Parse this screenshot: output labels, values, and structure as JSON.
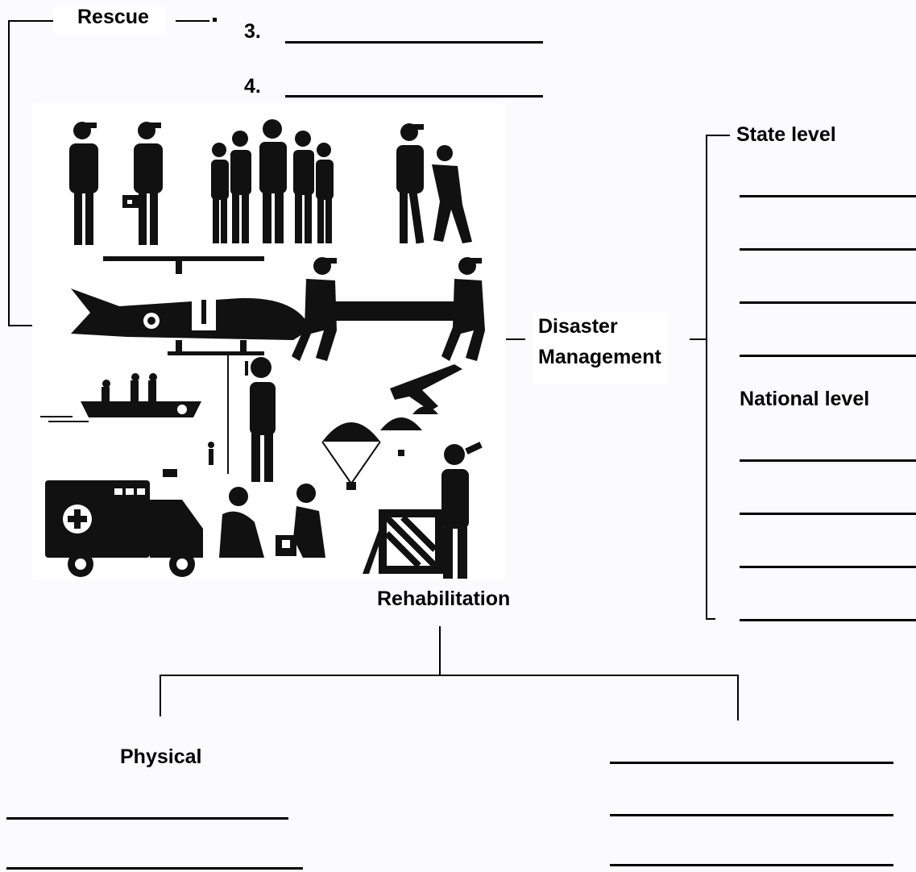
{
  "labels": {
    "rescue": "Rescue",
    "num3": "3.",
    "num4": "4.",
    "state_level": "State level",
    "national_level": "National level",
    "disaster": "Disaster",
    "management": "Management",
    "rehabilitation": "Rehabilitation",
    "physical": "Physical"
  },
  "illustration": {
    "icons": [
      "rescuer-icon",
      "medic-with-kit-icon",
      "rescue-team-icon",
      "rescuer-helping-victim-icon",
      "helicopter-icon",
      "stretcher-carriers-icon",
      "boat-icon",
      "radio-operator-icon",
      "airplane-icon",
      "parachute-drop-icon",
      "ambulance-icon",
      "first-aid-icon",
      "supply-crate-icon",
      "drinking-person-icon"
    ]
  }
}
